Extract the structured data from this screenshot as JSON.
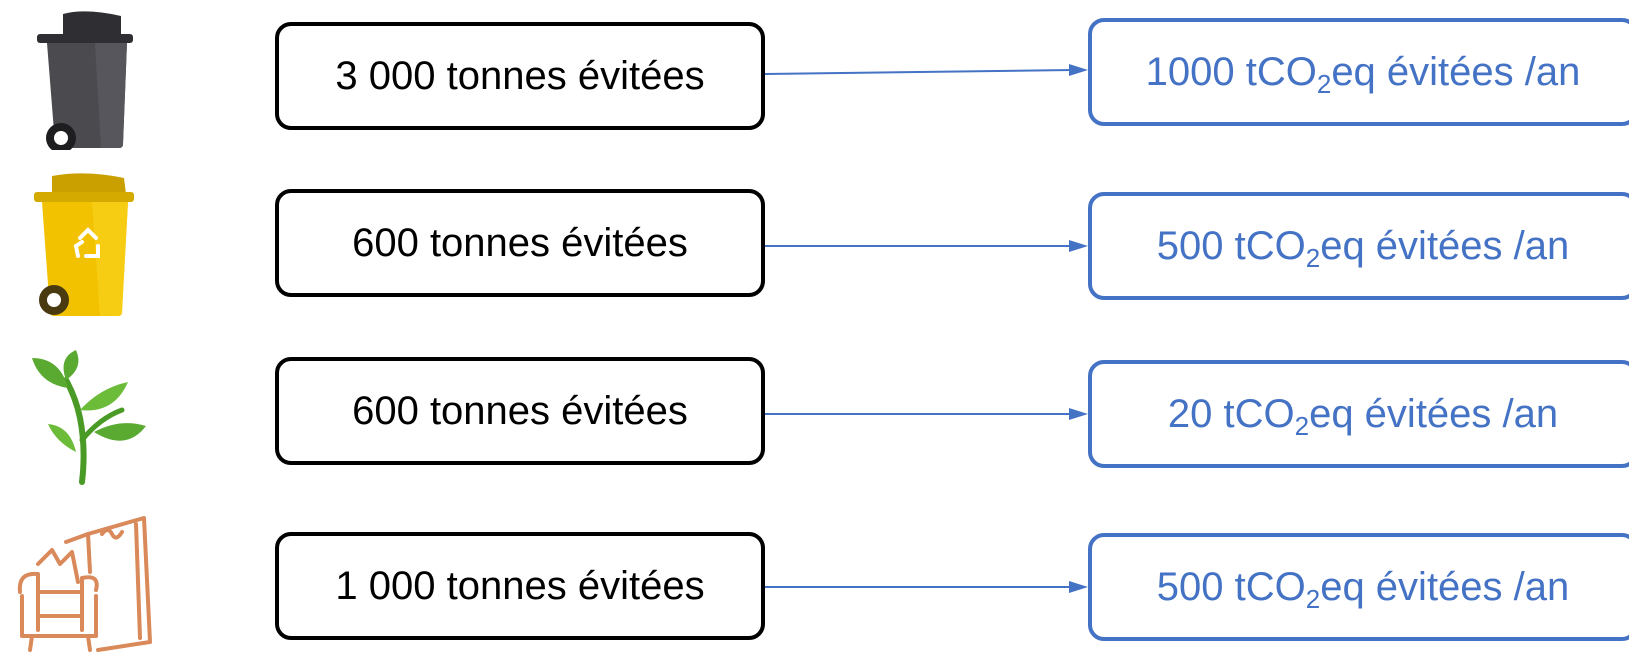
{
  "rows": [
    {
      "icon": "grey-trash-bin-icon",
      "quantity": "3 000 tonnes évitées",
      "emission_value": "1000",
      "emission_unit_prefix": "tCO",
      "emission_unit_subscript": "2",
      "emission_unit_suffix": "eq évitées /an"
    },
    {
      "icon": "yellow-recycling-bin-icon",
      "quantity": "600 tonnes évitées",
      "emission_value": "500",
      "emission_unit_prefix": "tCO",
      "emission_unit_subscript": "2",
      "emission_unit_suffix": "eq évitées /an"
    },
    {
      "icon": "green-plant-icon",
      "quantity": "600 tonnes évitées",
      "emission_value": "20",
      "emission_unit_prefix": "tCO",
      "emission_unit_subscript": "2",
      "emission_unit_suffix": "eq évitées /an"
    },
    {
      "icon": "furniture-waste-icon",
      "quantity": "1 000 tonnes évitées",
      "emission_value": "500",
      "emission_unit_prefix": "tCO",
      "emission_unit_subscript": "2",
      "emission_unit_suffix": "eq évitées /an"
    }
  ],
  "colors": {
    "quantity_border": "#000000",
    "emission_accent": "#4472C4",
    "grey_bin": "#4a4a4f",
    "yellow_bin": "#f2c200",
    "plant_green": "#5aaa32",
    "furniture_outline": "#d9895a"
  }
}
